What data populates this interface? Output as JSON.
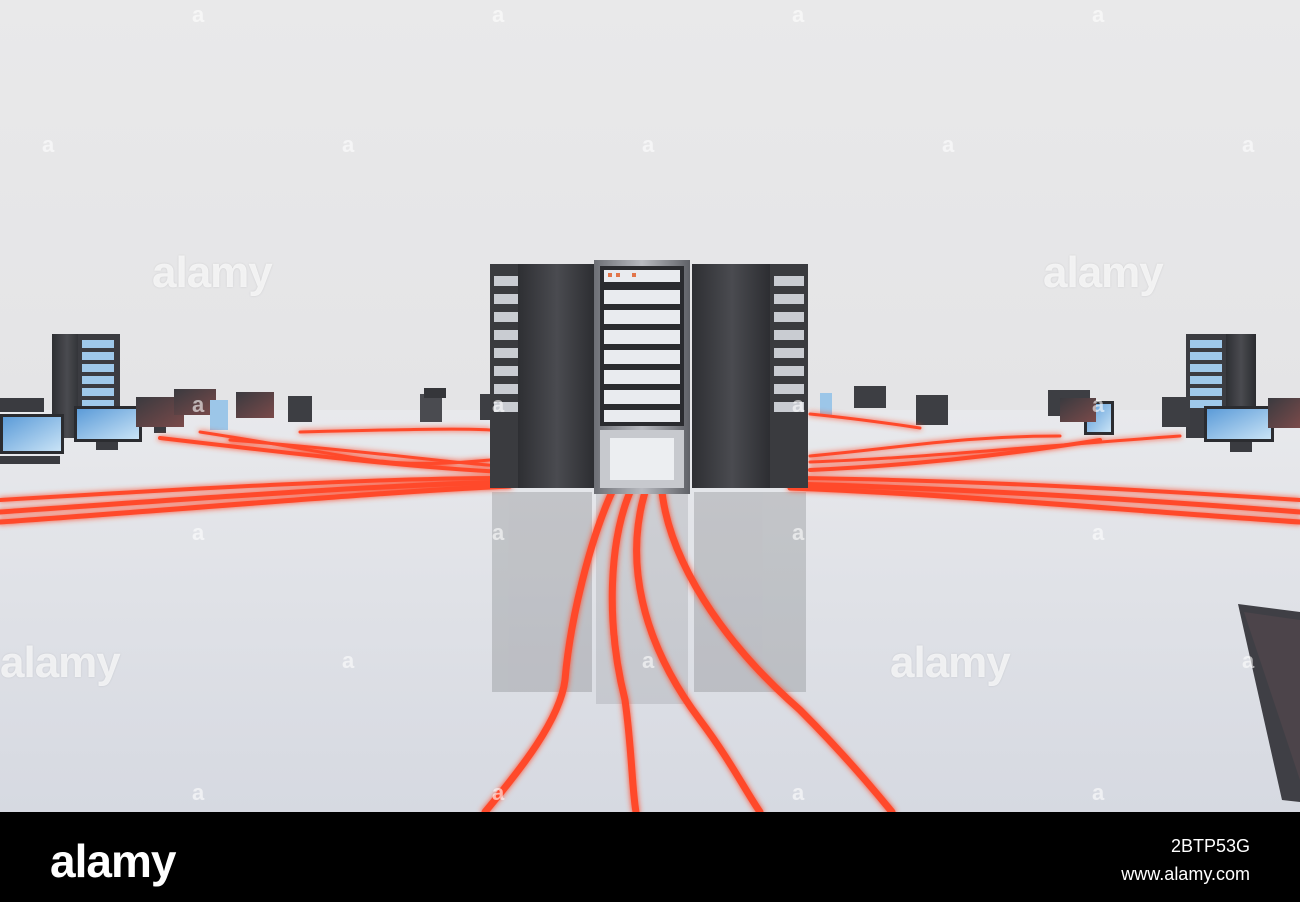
{
  "watermark": {
    "text": "alamy"
  },
  "footer": {
    "brand": "alamy",
    "image_id": "2BTP53G",
    "url": "www.alamy.com"
  },
  "colors": {
    "cable": "#ff4a2c",
    "cable_glow": "#ff8c75",
    "floor": "#dfe2e8",
    "wall": "#e8e8e9",
    "rack": "#3a3b3e",
    "footer": "#000000"
  }
}
